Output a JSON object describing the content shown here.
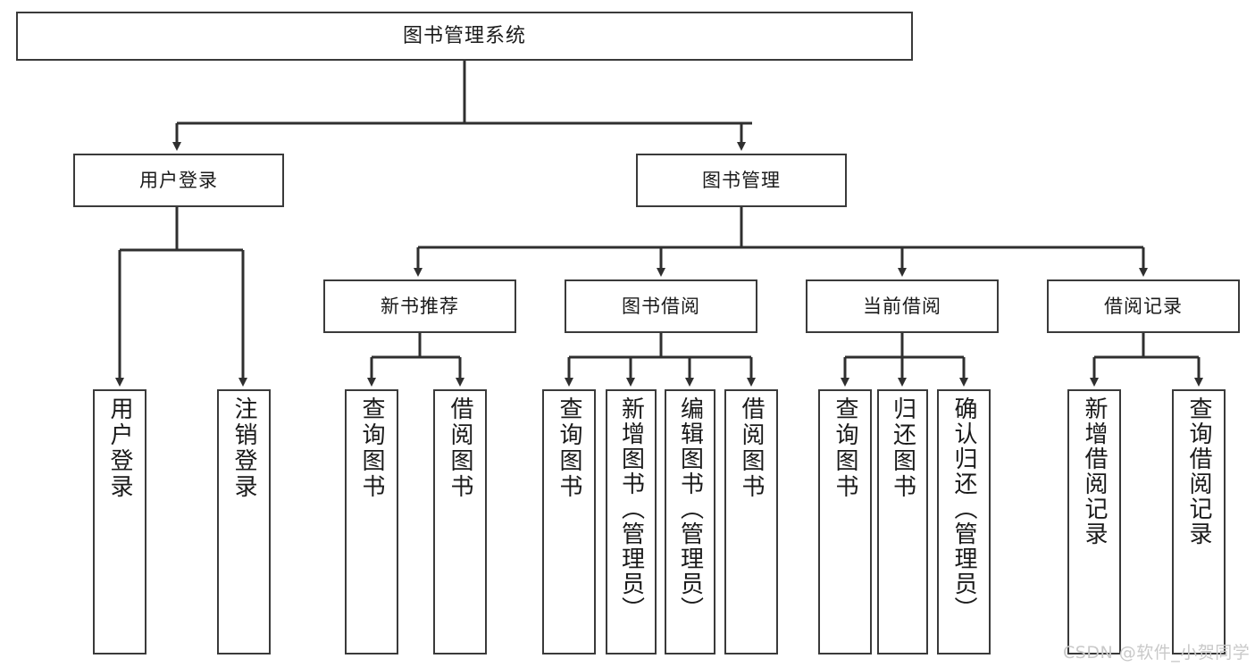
{
  "diagram": {
    "title": "图书管理系统",
    "type": "功能结构图",
    "root": {
      "label": "图书管理系统"
    },
    "level1": [
      {
        "label": "用户登录"
      },
      {
        "label": "图书管理"
      }
    ],
    "level2": [
      {
        "label": "新书推荐"
      },
      {
        "label": "图书借阅"
      },
      {
        "label": "当前借阅"
      },
      {
        "label": "借阅记录"
      }
    ],
    "leaves": {
      "user_login": [
        {
          "label": "用户登录"
        },
        {
          "label": "注销登录"
        }
      ],
      "new_book": [
        {
          "label": "查询图书"
        },
        {
          "label": "借阅图书"
        }
      ],
      "book_borrow": [
        {
          "label": "查询图书"
        },
        {
          "label": "新增图书（管理员）"
        },
        {
          "label": "编辑图书（管理员）"
        },
        {
          "label": "借阅图书"
        }
      ],
      "current_borrow": [
        {
          "label": "查询图书"
        },
        {
          "label": "归还图书"
        },
        {
          "label": "确认归还（管理员）"
        }
      ],
      "borrow_record": [
        {
          "label": "新增借阅记录"
        },
        {
          "label": "查询借阅记录"
        }
      ]
    }
  },
  "watermark": {
    "text": "CSDN @软件_小贺同学"
  },
  "colors": {
    "box_border": "#3a3a3a",
    "box_fill": "#ffffff",
    "line": "#2f2f2f",
    "text": "#1a1a1a",
    "watermark": "#c9c9c9"
  }
}
